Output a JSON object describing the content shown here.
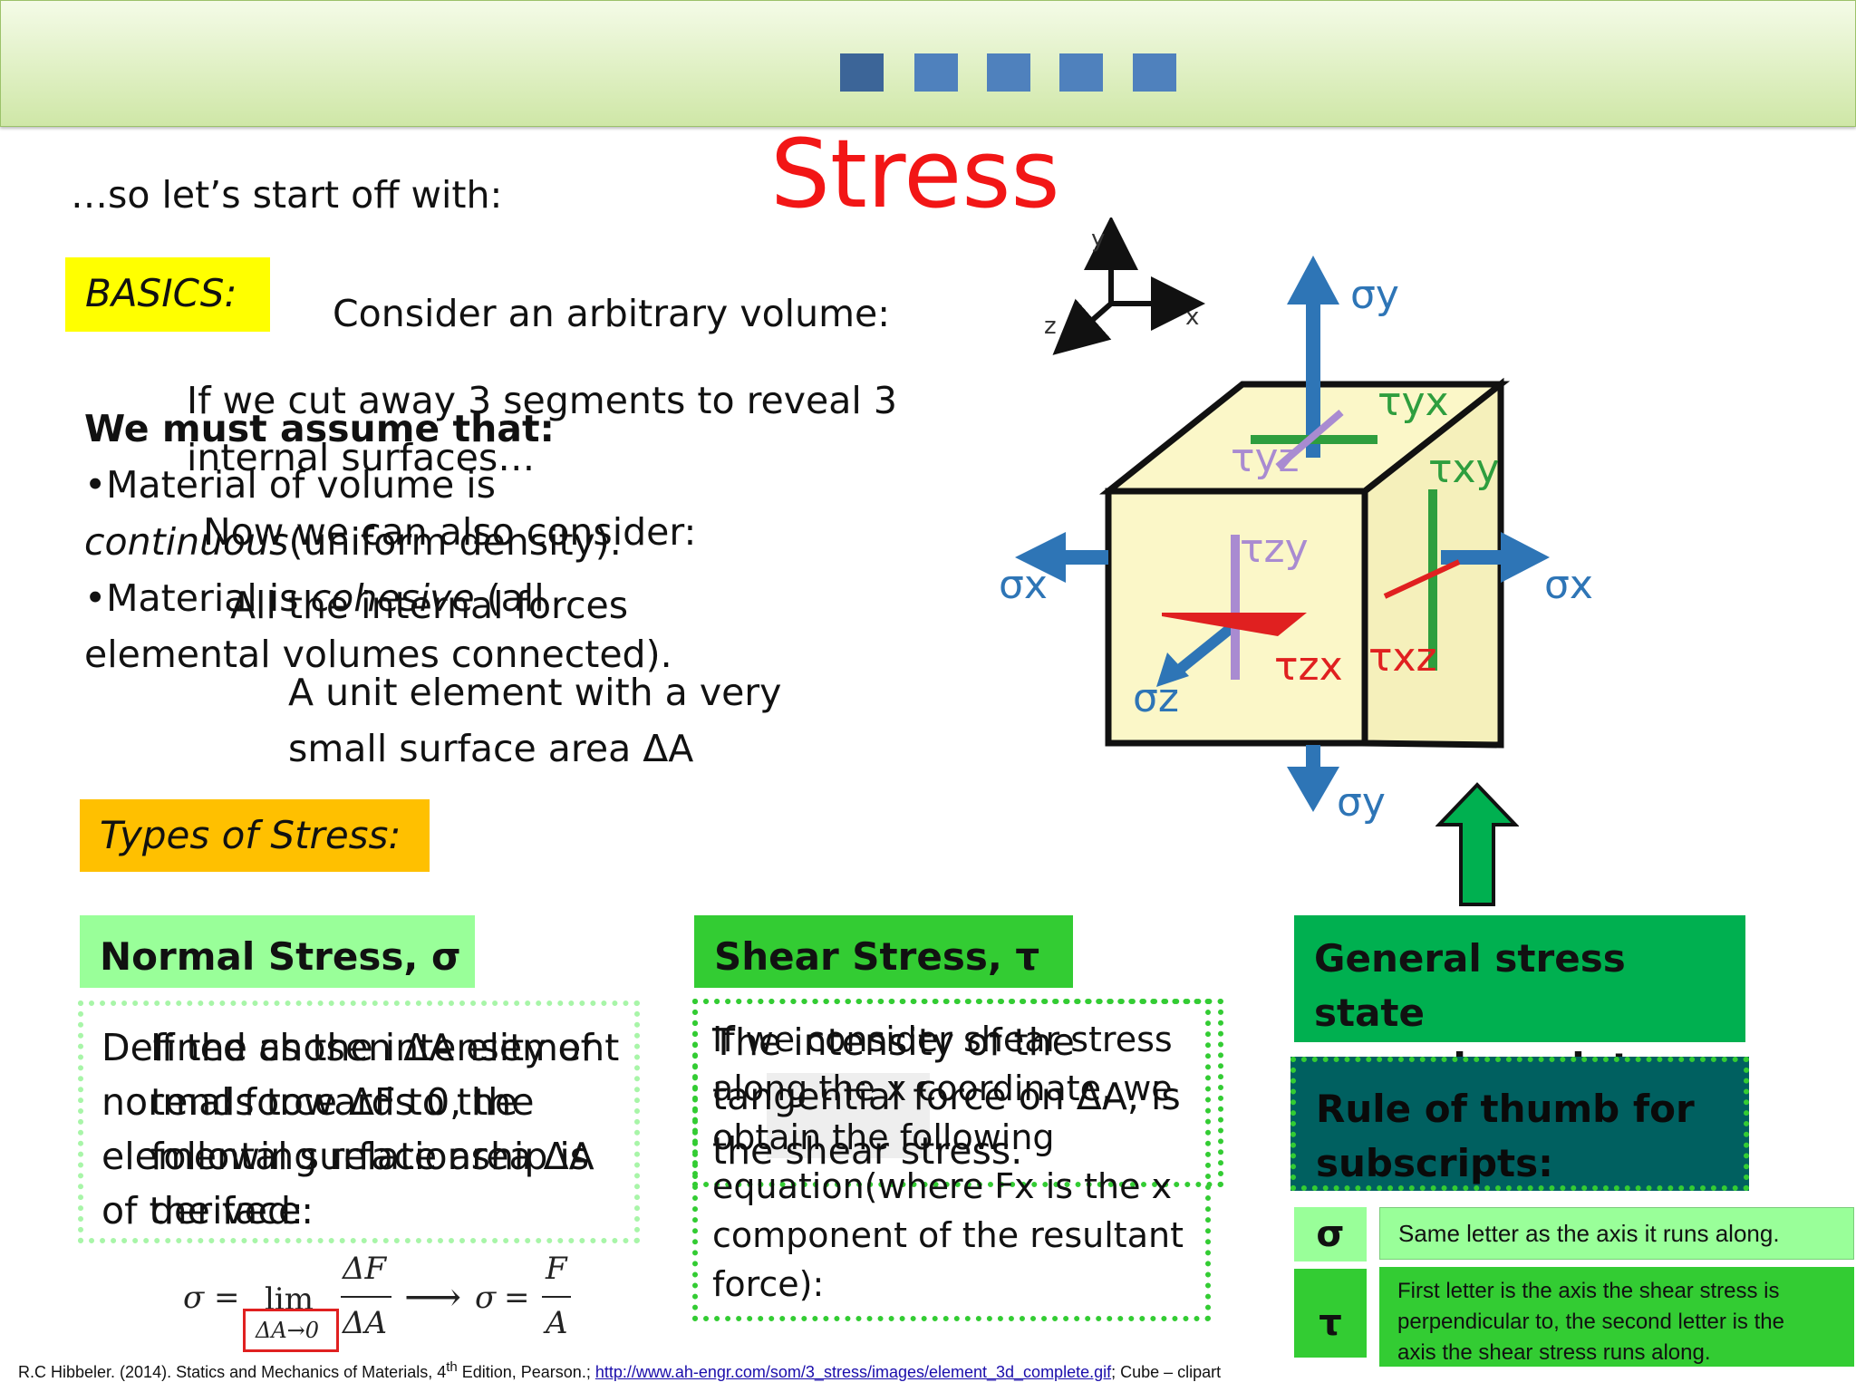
{
  "title": "Stress",
  "intro": "…so let’s start off with:",
  "basics_label": "BASICS:",
  "consider_volume": "Consider an arbitrary volume:",
  "cut_line1": "If we cut away 3 segments to reveal 3",
  "cut_line2": "internal surfaces…",
  "assume_heading": "We must assume that:",
  "assume_line1": "•Material of volume is",
  "assume_line2_italic": "continuous",
  "assume_line2_rest": "(uniform density).",
  "now_consider": "Now we can also consider:",
  "assume_line3_a": "•Material is ",
  "assume_line3_italic": "cohesive",
  "assume_line3_b": " (all",
  "internal_forces": "All the internal forces",
  "assume_line4": "elemental volumes connected).",
  "unit_line1": "A unit element with a very",
  "unit_line2": "small surface area ΔA",
  "types_label": "Types of Stress:",
  "normal": {
    "header": "Normal Stress, σ",
    "layer_a": [
      "Defined as the intensity of",
      "normal force ΔF to the",
      "elemental surface area ΔA",
      "of the face:"
    ],
    "layer_b": [
      "If the chosen ΔA element",
      "tends towards 0, the",
      "following relationship is",
      "derived:"
    ]
  },
  "shear": {
    "header": "Shear Stress, τ",
    "layer_a": [
      "The intensity of the",
      "tangential force on ΔA, is",
      "the shear stress."
    ],
    "layer_b": [
      "If we consider shear stress",
      "along the x coordinate, we",
      "obtain the following",
      "equation(where Fx is the x",
      "component of the resultant",
      "force):"
    ]
  },
  "general_state": {
    "line1": "General stress state",
    "line2": "around a point"
  },
  "rule_thumb": {
    "line1": "Rule of thumb for",
    "line2": "subscripts:"
  },
  "rules": [
    {
      "symbol": "σ",
      "text": [
        "Same letter as the axis it runs along."
      ]
    },
    {
      "symbol": "τ",
      "text": [
        "First letter is the axis the shear stress is",
        "perpendicular to, the second letter is the",
        "axis the shear stress runs along."
      ]
    }
  ],
  "equation": {
    "lhs": "σ",
    "eq": "=",
    "lim": "lim",
    "sub": "ΔA→0",
    "num": "ΔF",
    "den": "ΔA",
    "arrow": "⟶",
    "rhs_num": "F",
    "rhs_den": "A"
  },
  "cube_labels": {
    "sigma_y_top": "σy",
    "sigma_y_bottom": "σy",
    "sigma_x_left": "σx",
    "sigma_x_right": "σx",
    "sigma_z": "σz",
    "tau_yx": "τyx",
    "tau_yz": "τyz",
    "tau_xy": "τxy",
    "tau_zy": "τzy",
    "tau_zx": "τzx",
    "tau_xz": "τxz",
    "axis_x": "x",
    "axis_y": "y",
    "axis_z": "z"
  },
  "citation": {
    "text": "R.C Hibbeler. (2014). Statics and Mechanics of Materials, 4",
    "sup": "th",
    "text2": " Edition, Pearson.; ",
    "link": "http://www.ah-engr.com/som/3_stress/images/element_3d_complete.gif",
    "text3": "; Cube – clipart"
  },
  "colors": {
    "title_red": "#f21616",
    "basics_bg": "#ffff00",
    "types_bg": "#ffc000",
    "normal_bg": "#99ff99",
    "shear_bg": "#33cc33",
    "general_bg": "#00b050",
    "rule_bg": "#006060",
    "row_bg": "#99ff99",
    "arrow_blue": "#2e75b6",
    "cube_face": "#fbf7c8",
    "big_arrow": "#00b050"
  }
}
